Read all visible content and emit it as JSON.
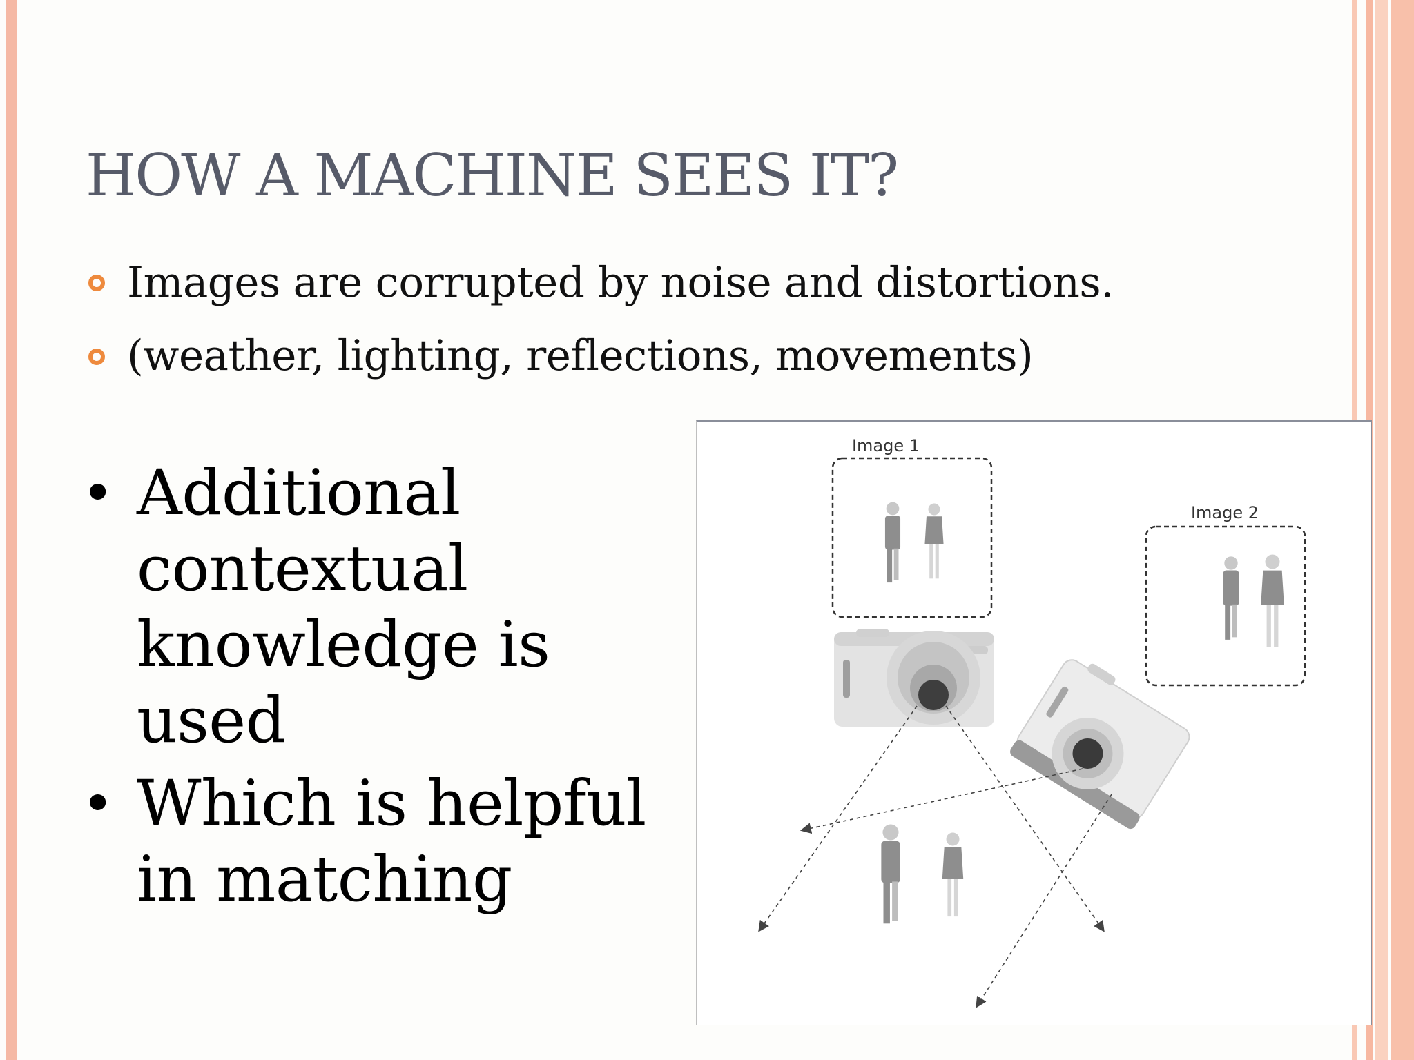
{
  "slide": {
    "title": "HOW A MACHINE SEES IT?",
    "sub_bullets": [
      "Images are corrupted by noise and distortions.",
      "(weather, lighting, reflections, movements)"
    ],
    "main_bullets": [
      {
        "lines": [
          "Additional",
          "contextual",
          "knowledge is",
          "used"
        ]
      },
      {
        "lines": [
          "Which is helpful",
          "in matching"
        ]
      }
    ],
    "bullet_glyph": "•",
    "figure": {
      "image1_label": "Image 1",
      "image2_label": "Image 2"
    },
    "colors": {
      "title": "#575b69",
      "accent_ring": "#ee8a3d",
      "border": "#f5b9a5"
    }
  }
}
